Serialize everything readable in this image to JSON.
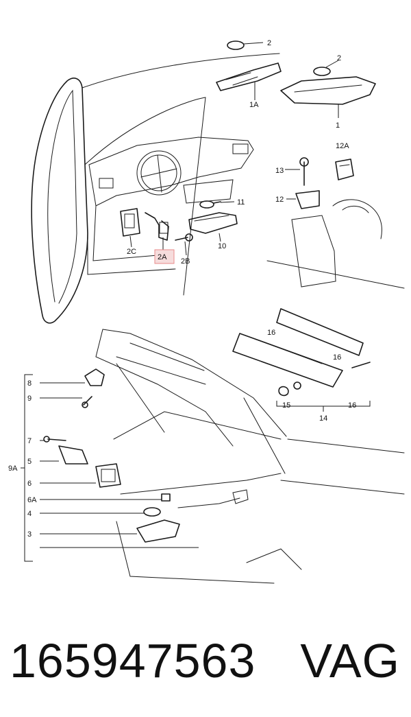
{
  "diagram": {
    "callouts": {
      "c1": "1",
      "c1A": "1A",
      "c2a": "2",
      "c2b": "2",
      "c2A": "2A",
      "c2B": "2B",
      "c2C": "2C",
      "c3": "3",
      "c4": "4",
      "c5": "5",
      "c6": "6",
      "c6A": "6A",
      "c7": "7",
      "c8": "8",
      "c9": "9",
      "c9A": "9A",
      "c10": "10",
      "c11": "11",
      "c12": "12",
      "c12A": "12A",
      "c13": "13",
      "c14": "14",
      "c15": "15",
      "c16a": "16",
      "c16b": "16",
      "c16c": "16"
    },
    "highlighted_callout": "2A"
  },
  "footer": {
    "part_number": "165947563",
    "brand": "VAG"
  }
}
